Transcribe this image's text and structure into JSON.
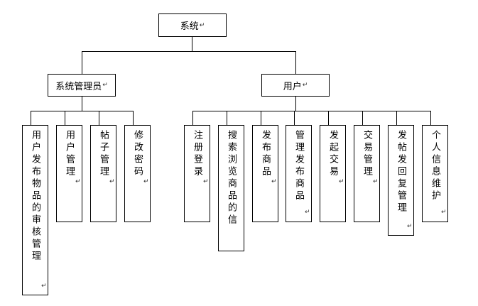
{
  "diagram": {
    "root": {
      "label": "系统"
    },
    "branches": [
      {
        "label": "系统管理员",
        "children": [
          {
            "label": "用户发布物品的审核管理"
          },
          {
            "label": "用户管理"
          },
          {
            "label": "帖子管理"
          },
          {
            "label": "修改密码"
          }
        ]
      },
      {
        "label": "用户",
        "children": [
          {
            "label": "注册登录"
          },
          {
            "label": "搜索浏览商品的信"
          },
          {
            "label": "发布商品"
          },
          {
            "label": "管理发布商品"
          },
          {
            "label": "发起交易"
          },
          {
            "label": "交易管理"
          },
          {
            "label": "发帖发回复管理"
          },
          {
            "label": "个人信息维护"
          }
        ]
      }
    ],
    "paragraph_mark": "↵"
  }
}
